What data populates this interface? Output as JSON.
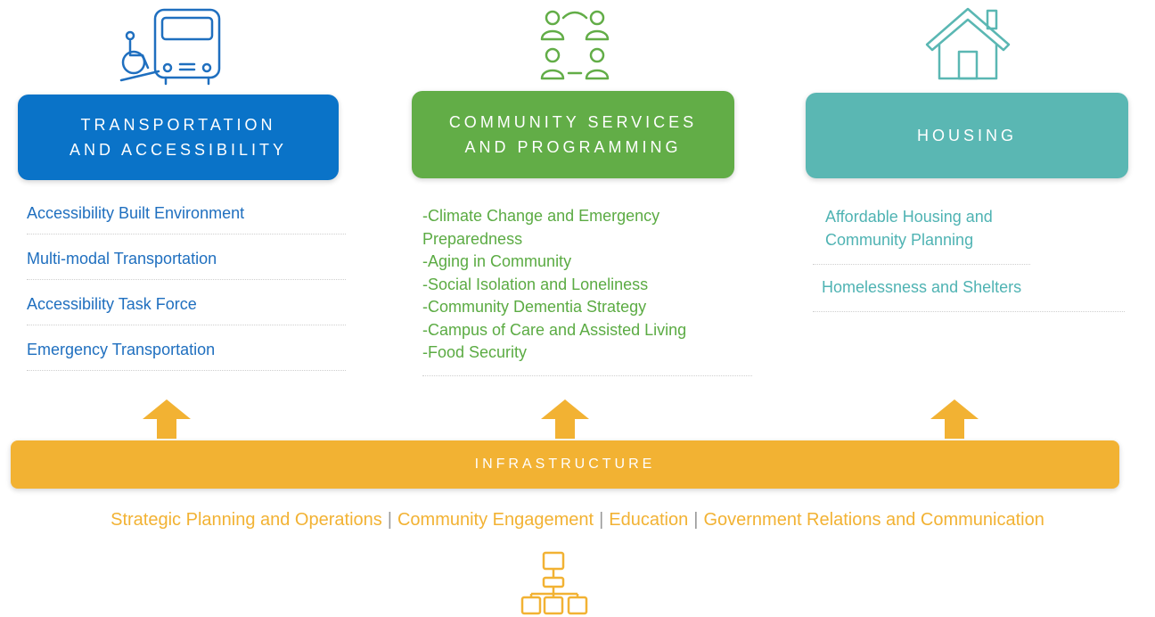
{
  "colors": {
    "transportation": "#0a73c8",
    "community": "#62ad47",
    "housing": "#5ab7b3",
    "infrastructure": "#f2b233"
  },
  "icons": {
    "transportation": "bus-wheelchair-icon",
    "community": "group-meeting-icon",
    "housing": "house-icon",
    "infrastructure": "org-chart-icon"
  },
  "columns": {
    "transportation": {
      "title_line1": "TRANSPORTATION",
      "title_line2": "AND ACCESSIBILITY",
      "items": [
        "Accessibility Built Environment",
        "Multi-modal Transportation",
        "Accessibility Task Force",
        "Emergency Transportation"
      ]
    },
    "community": {
      "title_line1": "COMMUNITY SERVICES",
      "title_line2": "AND PROGRAMMING",
      "items": [
        "-Climate Change and Emergency",
        "Preparedness",
        "-Aging in Community",
        "-Social Isolation and Loneliness",
        "-Community Dementia Strategy",
        "-Campus of Care and Assisted Living",
        "-Food Security"
      ]
    },
    "housing": {
      "title": "HOUSING",
      "items": [
        "Affordable Housing and Community Planning",
        "Homelessness and Shelters"
      ]
    }
  },
  "infrastructure": {
    "title": "INFRASTRUCTURE",
    "items": [
      "Strategic Planning and Operations",
      "Community Engagement",
      "Education",
      "Government Relations and Communication"
    ],
    "separator": "|"
  }
}
